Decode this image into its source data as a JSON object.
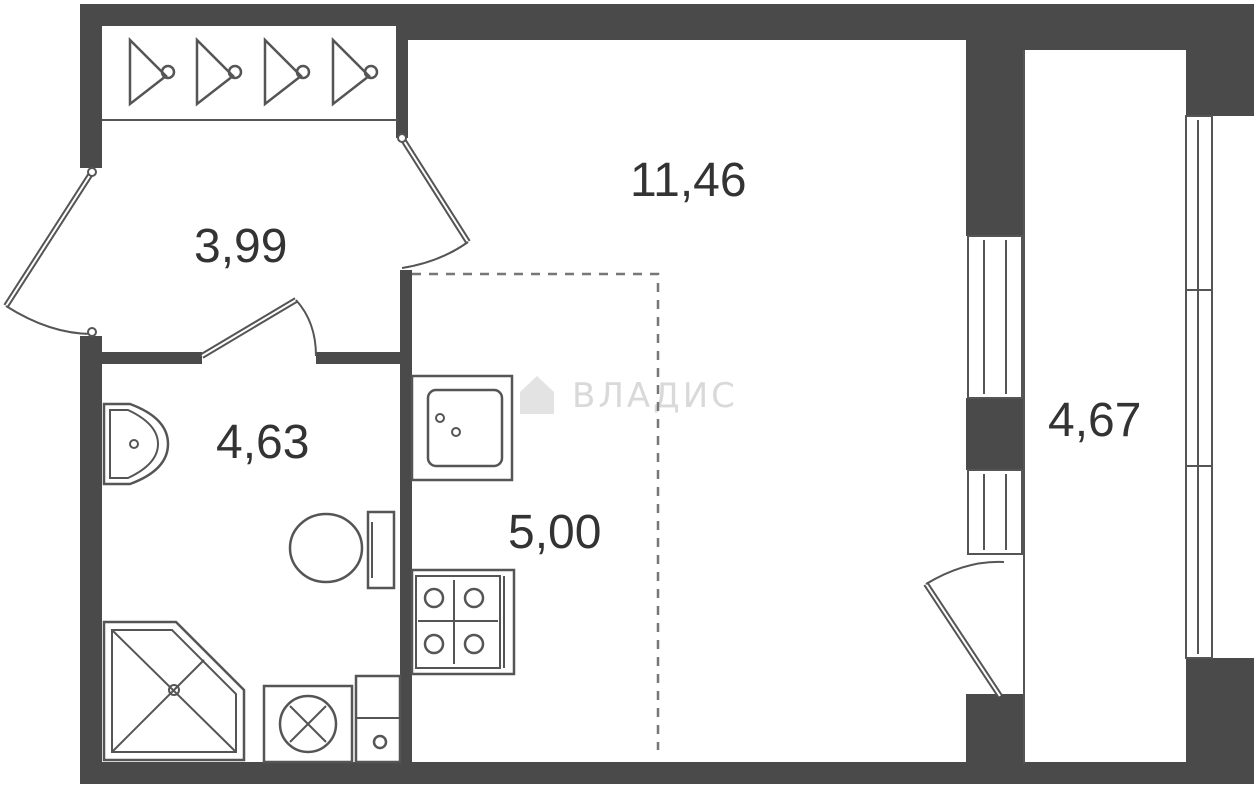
{
  "rooms": [
    {
      "id": "hall",
      "area": "3,99"
    },
    {
      "id": "main-room",
      "area": "11,46"
    },
    {
      "id": "bathroom",
      "area": "4,63"
    },
    {
      "id": "kitchen",
      "area": "5,00"
    },
    {
      "id": "balcony",
      "area": "4,67"
    }
  ],
  "watermark": "ВЛАДИС",
  "colors": {
    "wall": "#4a4a4a",
    "background": "#ffffff",
    "text": "#333333"
  }
}
